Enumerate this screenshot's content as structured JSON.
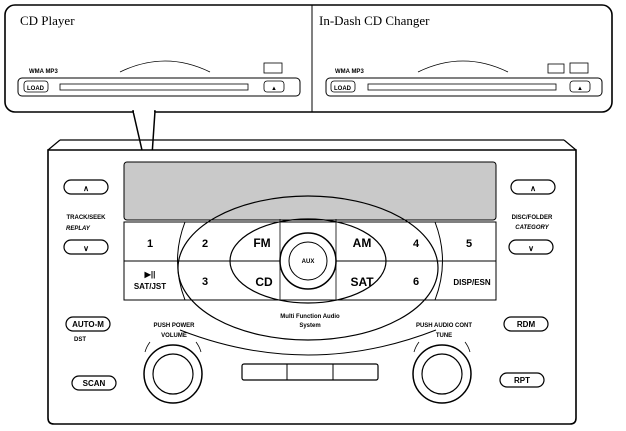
{
  "callout": {
    "left_title": "CD Player",
    "right_title": "In-Dash CD Changer",
    "left_slot": {
      "format_label": "WMA MP3",
      "load_label": "LOAD",
      "eject_symbol": "▲"
    },
    "right_slot": {
      "format_label": "WMA MP3",
      "load_label": "LOAD",
      "eject_symbol": "▲"
    }
  },
  "unit": {
    "left_up": "∧",
    "left_down": "∨",
    "track_search": "TRACK/SEEK",
    "replay": "REPLAY",
    "right_up": "∧",
    "right_down": "∨",
    "disc_folder": "DISC/FOLDER",
    "category": "CATEGORY",
    "auto_m": "AUTO-M",
    "dst": "DST",
    "rdm": "RDM",
    "scan": "SCAN",
    "rpt": "RPT",
    "play_pause_symbol": "▶||",
    "sat_jst": "SAT/JST",
    "presets": [
      "1",
      "2",
      "3",
      "4",
      "5",
      "6"
    ],
    "fm": "FM",
    "am": "AM",
    "cd": "CD",
    "sat": "SAT",
    "aux": "AUX",
    "disp_esn": "DISP/ESN",
    "push_power": "PUSH POWER",
    "volume": "VOLUME",
    "push_audio_cont": "PUSH AUDIO CONT",
    "tune": "TUNE",
    "system_name_line1": "Multi Function Audio",
    "system_name_line2": "System"
  }
}
